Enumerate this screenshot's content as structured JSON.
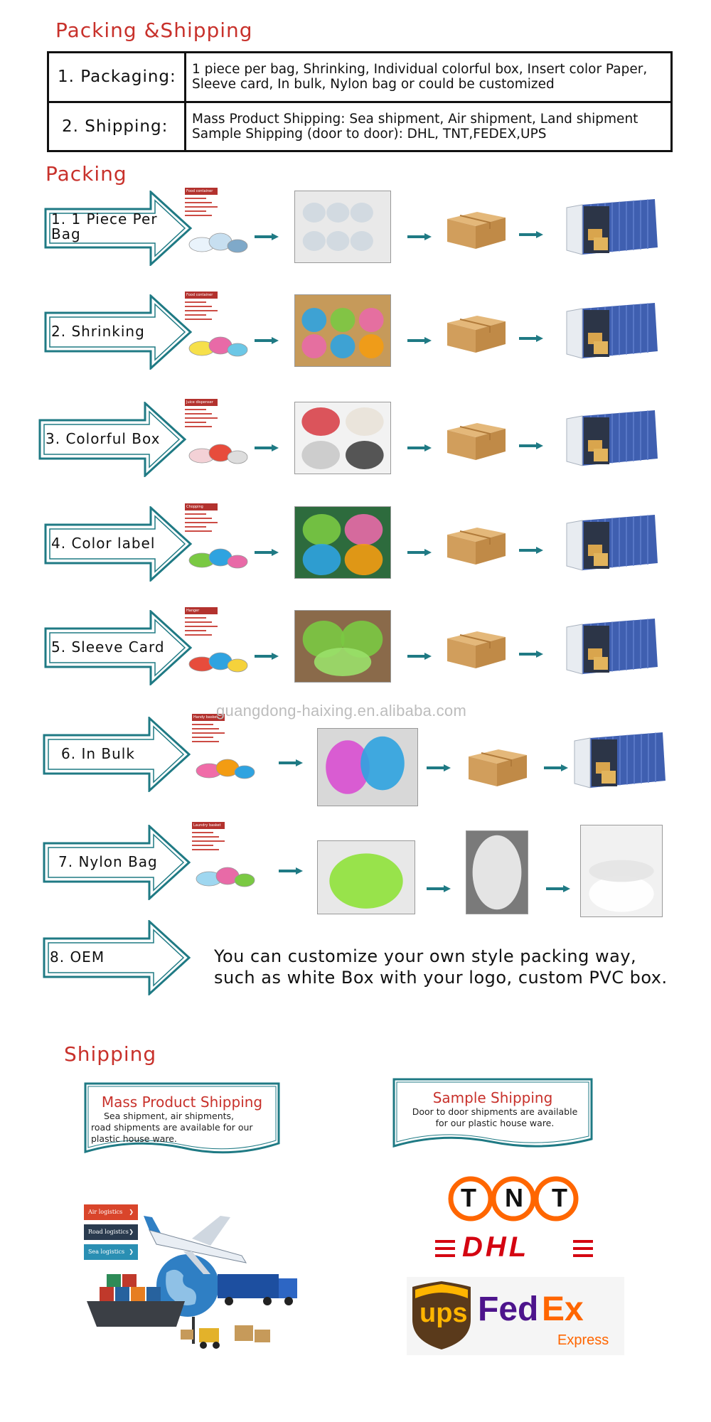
{
  "header": {
    "title": "Packing &Shipping"
  },
  "table": [
    {
      "label": "1.  Packaging:",
      "text": "1 piece per bag, Shrinking, Individual colorful box, Insert color Paper, Sleeve card, In bulk, Nylon bag or could be customized"
    },
    {
      "label": "2.  Shipping:",
      "text": "Mass Product Shipping: Sea shipment, Air shipment, Land shipment Sample Shipping (door to door): DHL, TNT,FEDEX,UPS"
    }
  ],
  "packing": {
    "title": "Packing",
    "rows": [
      {
        "label": "1. 1 Piece Per\nBag"
      },
      {
        "label": "2. Shrinking"
      },
      {
        "label": "3. Colorful Box"
      },
      {
        "label": "4. Color label"
      },
      {
        "label": "5. Sleeve Card"
      },
      {
        "label": "6. In Bulk"
      },
      {
        "label": "7. Nylon Bag"
      },
      {
        "label": "8. OEM"
      }
    ],
    "spec_headers": [
      "Food container",
      "Food container",
      "Juice dispenser",
      "Chopping",
      "Hanger",
      "Handy basket",
      "Laundry basket"
    ],
    "watermark": "guangdong-haixing.en.alibaba.com",
    "oem_text_line1": "You can customize your own style packing way,",
    "oem_text_line2": "such as white Box with your logo, custom PVC box."
  },
  "shipping": {
    "title": "Shipping",
    "mass": {
      "title": "Mass Product Shipping",
      "body": "Sea shipment, air shipments, road shipments are available for our plastic house ware."
    },
    "sample": {
      "title": "Sample Shipping",
      "body": "Door to door shipments are available for our  plastic house ware."
    },
    "logistics_buttons": [
      "Air logistics",
      "Road logistics",
      "Sea logistics"
    ],
    "logistics_colors": [
      "#d9452b",
      "#2a3b4f",
      "#2a8fb3"
    ],
    "carriers": {
      "tnt": "TNT",
      "dhl": "DHL",
      "ups": "ups",
      "fedex_fed": "Fed",
      "fedex_ex": "Ex",
      "fedex_express": "Express"
    }
  },
  "colors": {
    "accent_red": "#c8312b",
    "arrow_teal": "#1f7a84",
    "fedex_purple": "#4d148c",
    "fedex_orange": "#ff6600",
    "dhl_red": "#d40511",
    "dhl_yellow": "#ffcc00",
    "tnt_orange": "#ff6600",
    "ups_brown": "#5a3a1b",
    "ups_gold": "#ffb500"
  }
}
